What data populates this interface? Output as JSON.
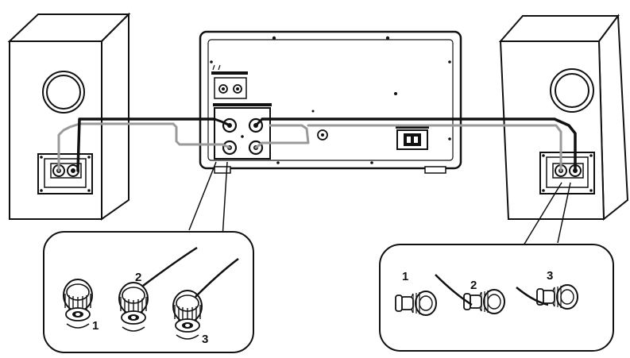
{
  "colors": {
    "ink": "#111111",
    "paper": "#ffffff",
    "wire_gray": "#9a9a9a",
    "panel_fill": "#fafafa"
  },
  "icons": {
    "speakers": "speaker-cabinet-icon",
    "main_unit": "stereo-rear-panel-icon",
    "terminal": "binding-post-icon"
  },
  "left_inset": {
    "steps": [
      "1",
      "2",
      "3"
    ]
  },
  "right_inset": {
    "steps": [
      "1",
      "2",
      "3"
    ]
  }
}
